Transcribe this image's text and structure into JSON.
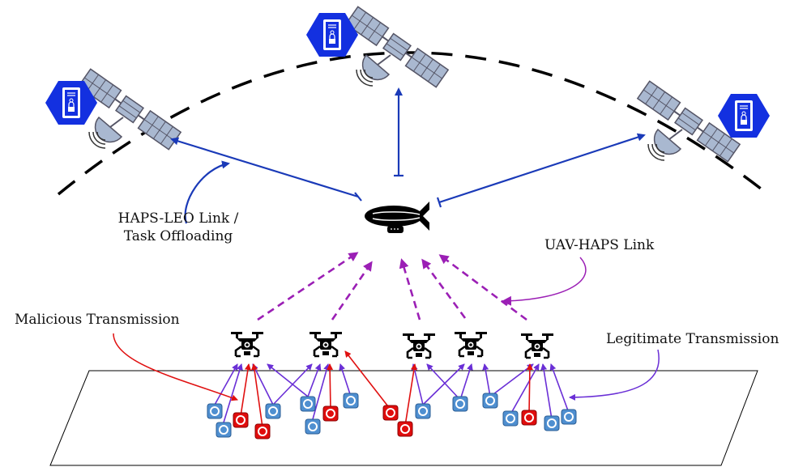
{
  "labels": {
    "haps_leo_line1": "HAPS-LEO Link /",
    "haps_leo_line2": "Task Offloading",
    "uav_haps": "UAV-HAPS Link",
    "malicious": "Malicious Transmission",
    "legitimate": "Legitimate Transmission"
  },
  "colors": {
    "haps_leo_link": "#1a3ab8",
    "uav_haps_link": "#9b1fb5",
    "legitimate_link": "#6a2fd6",
    "malicious_link": "#e01010",
    "legit_device": "#4f8fd0",
    "malicious_device": "#e00d0d",
    "server_badge": "#1330e0",
    "satellite": "#a9b8d0"
  },
  "icons": {
    "satellite": "satellite-icon",
    "server": "server-lock-icon",
    "haps": "airship-icon",
    "uav": "drone-icon",
    "device": "iot-device-icon"
  }
}
